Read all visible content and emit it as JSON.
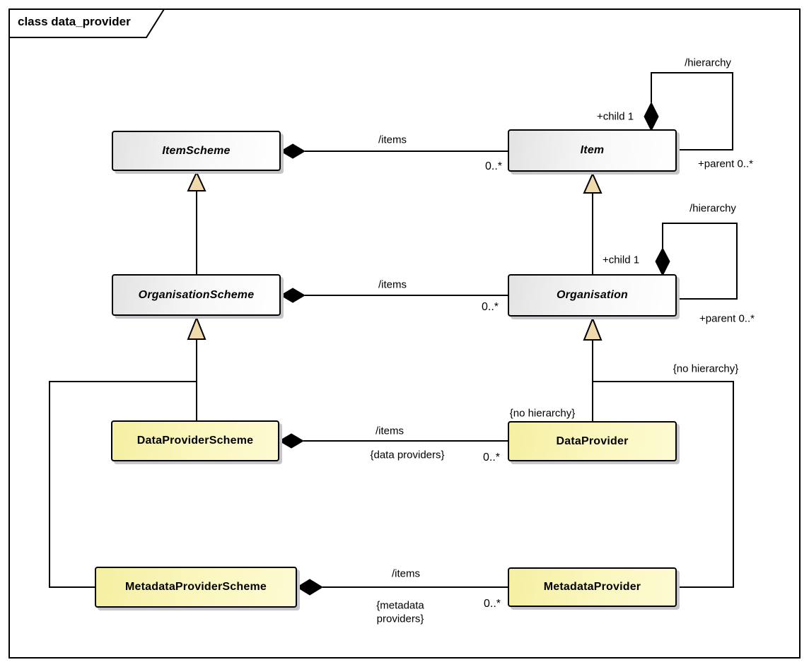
{
  "frame": {
    "title": "class data_provider"
  },
  "classes": {
    "item_scheme": {
      "name": "ItemScheme",
      "abstract": true
    },
    "item": {
      "name": "Item",
      "abstract": true
    },
    "organisation_scheme": {
      "name": "OrganisationScheme",
      "abstract": true
    },
    "organisation": {
      "name": "Organisation",
      "abstract": true
    },
    "data_provider_scheme": {
      "name": "DataProviderScheme",
      "abstract": false
    },
    "data_provider": {
      "name": "DataProvider",
      "abstract": false
    },
    "metadata_provider_scheme": {
      "name": "MetadataProviderScheme",
      "abstract": false
    },
    "metadata_provider": {
      "name": "MetadataProvider",
      "abstract": false
    }
  },
  "associations": {
    "itemscheme_item": {
      "name": "/items",
      "target_multiplicity": "0..*"
    },
    "organisationscheme_organisation": {
      "name": "/items",
      "target_multiplicity": "0..*"
    },
    "dataproviderscheme_dataprovider": {
      "name": "/items",
      "constraint": "{data providers}",
      "target_multiplicity": "0..*"
    },
    "metadataproviderscheme_metadataprovider": {
      "name": "/items",
      "constraint": "{metadata providers}",
      "target_multiplicity": "0..*"
    },
    "item_hierarchy": {
      "name": "/hierarchy",
      "child_role": "+child 1",
      "parent_role": "+parent 0..*"
    },
    "organisation_hierarchy": {
      "name": "/hierarchy",
      "child_role": "+child 1",
      "parent_role": "+parent 0..*"
    }
  },
  "constraints": {
    "data_provider_no_hierarchy": "{no hierarchy}",
    "metadata_provider_no_hierarchy": "{no hierarchy}"
  },
  "colors": {
    "abstract_fill_start": "#e3e3e3",
    "abstract_fill_end": "#ffffff",
    "concrete_fill_start": "#f5efa2",
    "concrete_fill_end": "#fdfad2",
    "generalization_arrow_fill": "#f0d9ab",
    "line": "#000000",
    "shadow": "#c6c6ca"
  }
}
